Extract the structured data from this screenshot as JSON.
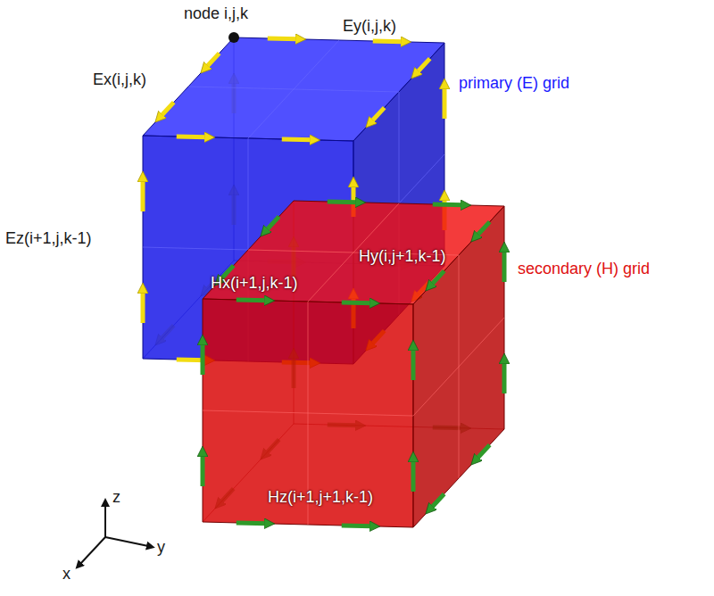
{
  "diagram": {
    "labels": [
      "node i,j,k",
      "Ey(i,j,k)",
      "Ex(i,j,k)",
      "primary (E) grid",
      "Ez(i+1,j,k-1)",
      "Hy(i,j+1,k-1)",
      "secondary (H) grid",
      "Hx(i+1,j,k-1)",
      "Hz(i+1,j+1,k-1)",
      "z",
      "y",
      "x"
    ]
  }
}
